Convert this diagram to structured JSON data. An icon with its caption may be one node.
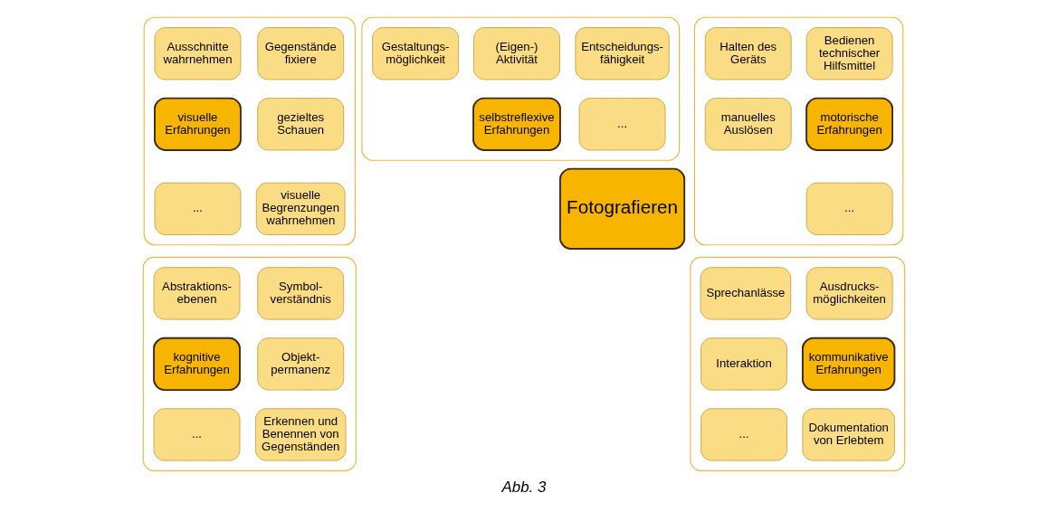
{
  "diagram": {
    "caption": "Abb. 3",
    "nodes": [
      {
        "text": [],
        "shape": "box"
      },
      {
        "text": [
          "Gegenstände fixiere"
        ],
        "in": 0
      },
      {
        "text": [
          "Ausschnitte wahrnehmen"
        ],
        "in": 0
      },
      {
        "text": [
          "gezieltes Schauen"
        ],
        "in": 0
      },
      {
        "text": [
          "visuelle Erfahrungen"
        ],
        "in": 0
      },
      {
        "text": [
          "visuelle Begrenzungen wahrnehmen"
        ],
        "in": 0
      },
      {
        "text": [
          "..."
        ],
        "in": 0
      },
      {
        "text": [],
        "shape": "box"
      },
      {
        "text": [
          "Entscheidungs- fähigkeit"
        ],
        "in": 7
      },
      {
        "text": [
          "(Eigen-) Aktivität"
        ],
        "in": 7
      },
      {
        "text": [
          "Gestaltungs- möglichkeit"
        ],
        "in": 7
      },
      {
        "text": [
          "selbstreflexive Erfahrungen"
        ],
        "in": 7
      },
      {
        "text": [
          "..."
        ],
        "in": 7
      },
      {
        "text": [],
        "shape": "box"
      },
      {
        "text": [
          "Bedienen technischer Hilfsmittel"
        ],
        "in": 13
      },
      {
        "text": [
          "Halten des Geräts"
        ],
        "in": 13
      },
      {
        "text": [
          "motorische Erfahrungen"
        ],
        "in": 13
      },
      {
        "text": [
          "manuelles Auslösen"
        ],
        "in": 13
      },
      {
        "text": [
          "..."
        ],
        "in": 13
      },
      {
        "text": [],
        "shape": "box"
      },
      {
        "text": [
          "Symbol- verständnis"
        ],
        "in": 19
      },
      {
        "text": [
          "Abstraktions- ebenen"
        ],
        "in": 19
      },
      {
        "text": [
          "Objekt- permanenz"
        ],
        "in": 19
      },
      {
        "text": [
          "kognitive Erfahrungen"
        ],
        "in": 19
      },
      {
        "text": [
          "Erkennen und Benennen von Gegenständen"
        ],
        "in": 19
      },
      {
        "text": [
          "..."
        ],
        "in": 19
      },
      {
        "text": [
          "Fotografieren"
        ]
      },
      {
        "text": [],
        "shape": "box"
      },
      {
        "text": [
          "Ausdrucks- möglichkeiten"
        ],
        "in": 27
      },
      {
        "text": [
          "Sprechanlässe"
        ],
        "in": 27
      },
      {
        "text": [
          "kommunikative Erfahrungen"
        ],
        "in": 27
      },
      {
        "text": [
          "Interaktion"
        ],
        "in": 27
      },
      {
        "text": [
          "Dokumentation von Erlebtem"
        ],
        "in": 27
      },
      {
        "text": [
          "..."
        ],
        "in": 27
      }
    ],
    "edges": []
  }
}
